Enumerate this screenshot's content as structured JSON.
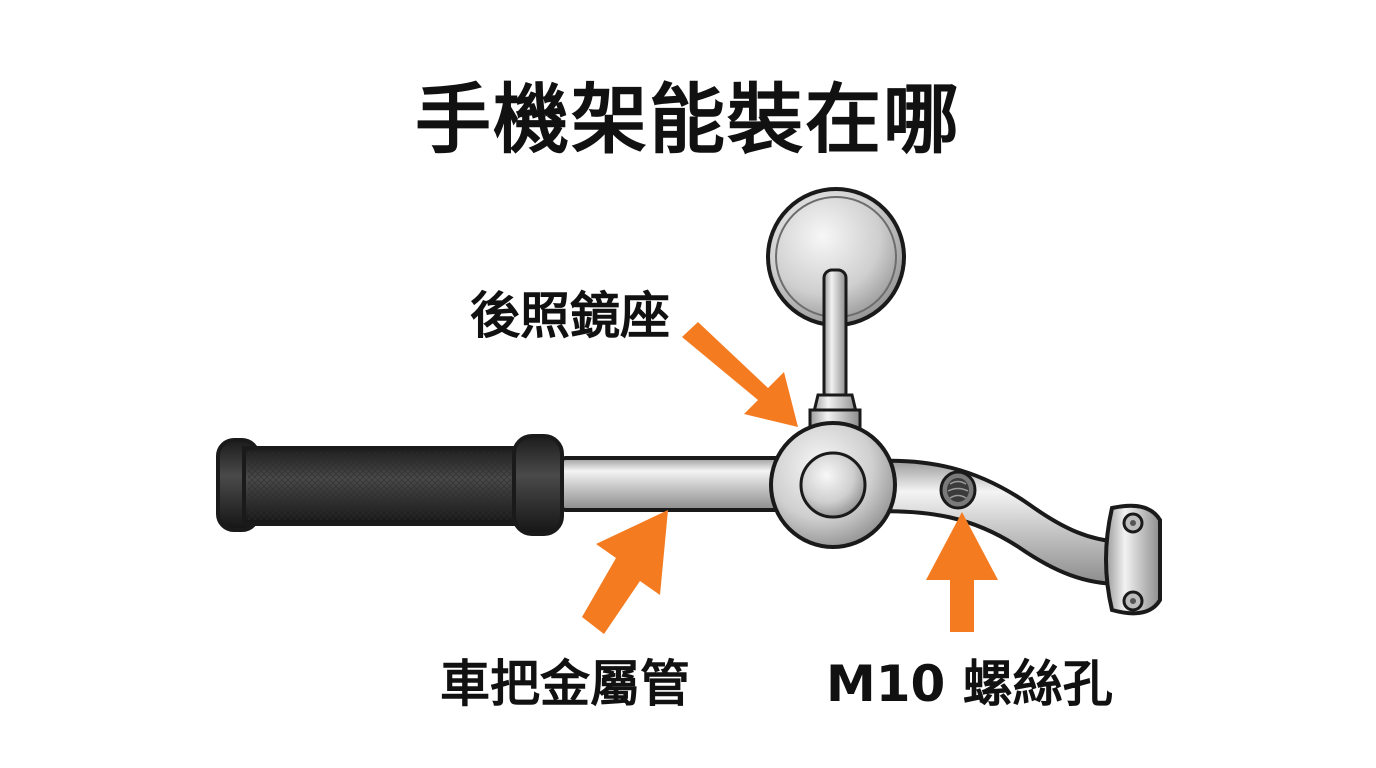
{
  "title": "手機架能裝在哪",
  "labels": {
    "mirror_mount": "後照鏡座",
    "handlebar_tube": "車把金屬管",
    "thread_hole": "M10 螺絲孔"
  },
  "colors": {
    "arrow": "#f47b20",
    "outline": "#1a1a1a",
    "chrome": "#d9d9d9",
    "grip": "#2a2a2a",
    "text": "#111111"
  }
}
